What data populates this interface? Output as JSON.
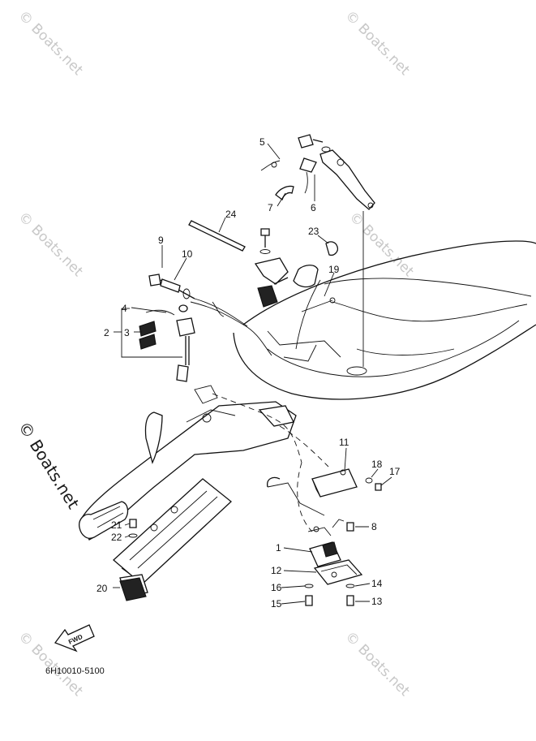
{
  "watermarks": [
    {
      "text": "© Boats.net"
    },
    {
      "text": "© Boats.net"
    },
    {
      "text": "© Boats.net"
    },
    {
      "text": "© Boats.net"
    },
    {
      "text": "© Boats.net"
    },
    {
      "text": "© Boats.net"
    },
    {
      "text": "© Boats.net"
    }
  ],
  "callouts": {
    "p1": "1",
    "p2": "2",
    "p3": "3",
    "p4": "4",
    "p5": "5",
    "p6": "6",
    "p7": "7",
    "p8": "8",
    "p9": "9",
    "p10": "10",
    "p11": "11",
    "p12": "12",
    "p13": "13",
    "p14": "14",
    "p15": "15",
    "p16": "16",
    "p17": "17",
    "p18": "18",
    "p19": "19",
    "p20": "20",
    "p21": "21",
    "p22": "22",
    "p23": "23",
    "p24": "24"
  },
  "fwd_label": "FWD",
  "diagram_code": "6H10010-5100"
}
